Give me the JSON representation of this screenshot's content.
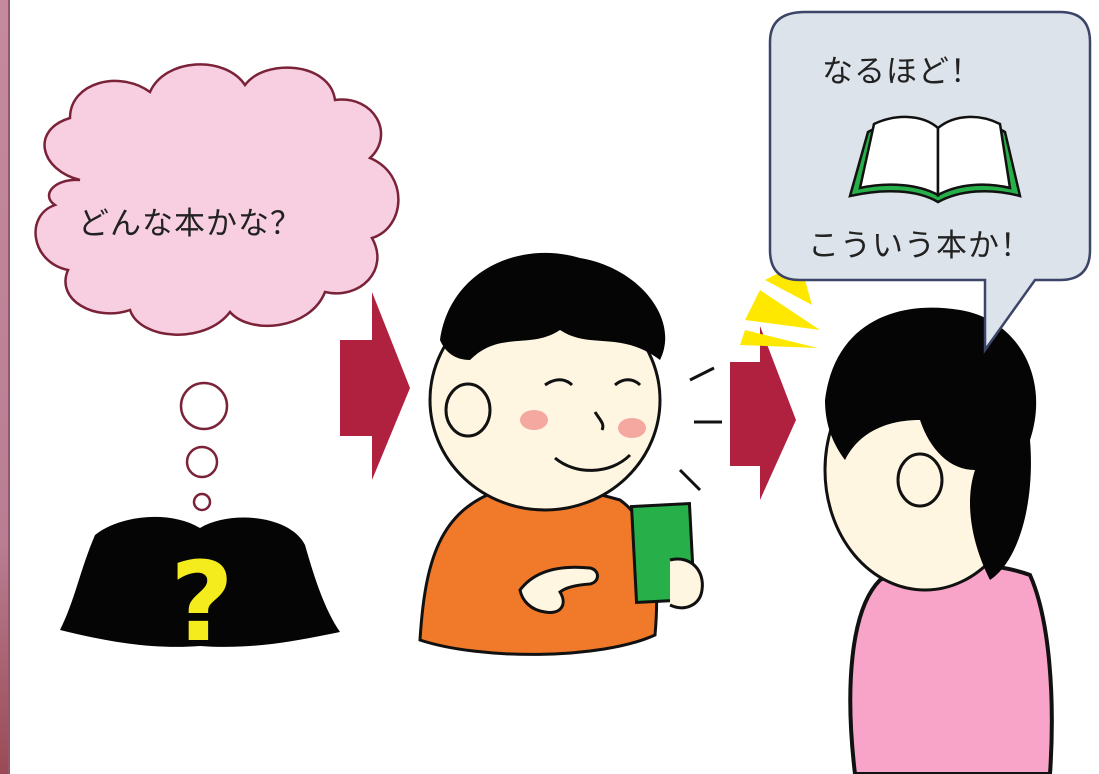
{
  "thought_bubble": {
    "text": "どんな本かな？"
  },
  "mystery_book": {
    "symbol": "?",
    "symbol_color": "#f4ec1c"
  },
  "speech_bubble": {
    "line1": "なるほど！",
    "line2": "こういう本か！",
    "background": "#dde3ea"
  },
  "colors": {
    "thought_fill": "#f8cfe1",
    "arrow": "#b0203f",
    "boy_shirt": "#f07a2a",
    "held_book": "#27b04a",
    "listener_shirt": "#f7a4c8",
    "sparkle": "#ffe800"
  },
  "icons": {
    "thought": "thought-cloud-icon",
    "mystery": "black-book-icon",
    "open_book": "open-book-icon",
    "arrows": "right-arrow-icon",
    "sparkle": "sparkle-icon"
  }
}
